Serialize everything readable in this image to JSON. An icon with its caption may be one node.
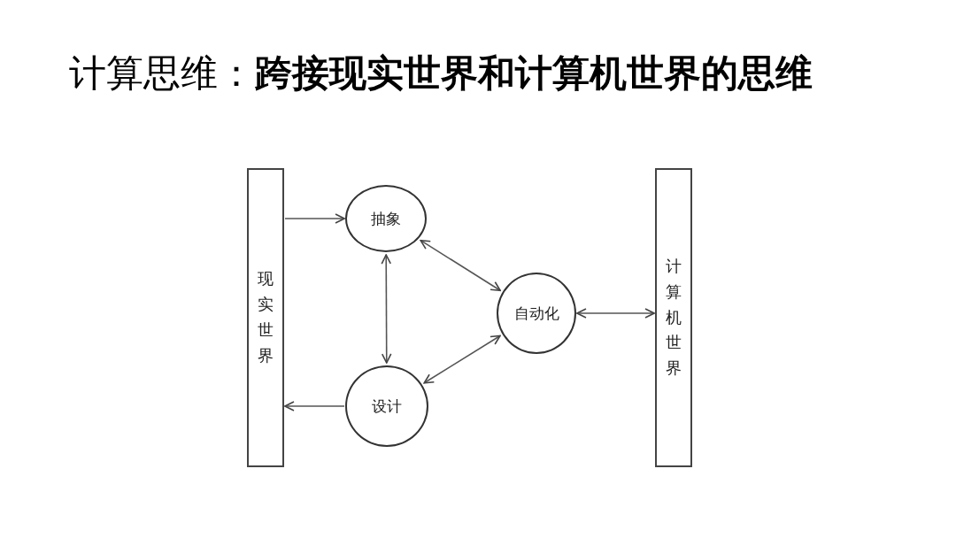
{
  "diagram": {
    "title": "计算思维：**跨接现实世界和计算机世界的思维**",
    "nodes": [
      {
        "text": [
          "现实世界"
        ]
      },
      {
        "text": [
          "抽象"
        ]
      },
      {
        "text": [
          "设计"
        ]
      },
      {
        "text": [
          "自动化"
        ]
      },
      {
        "text": [
          "计算机世界"
        ]
      }
    ],
    "edges": [
      {
        "from": 0,
        "to": 1,
        "arrow": "to"
      },
      {
        "from": 2,
        "to": 0,
        "arrow": "to"
      },
      {
        "from": 1,
        "to": 2,
        "arrow": "both"
      },
      {
        "from": 1,
        "to": 3,
        "arrow": "both"
      },
      {
        "from": 2,
        "to": 3,
        "arrow": "both"
      },
      {
        "from": 3,
        "to": 4,
        "arrow": "both"
      }
    ]
  }
}
